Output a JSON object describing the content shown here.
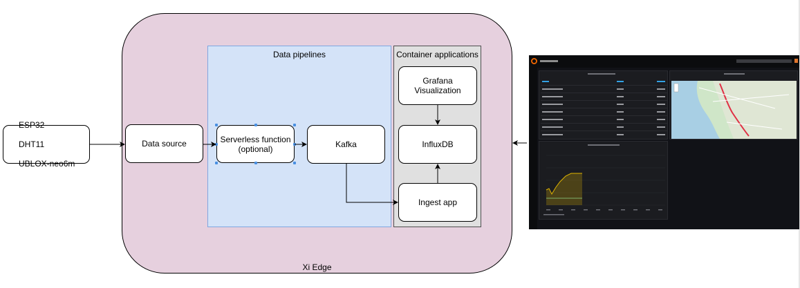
{
  "diagram": {
    "devices": [
      "ESP32",
      "DHT11",
      "UBLOX-neo6m"
    ],
    "containers": {
      "edge": "Xi Edge",
      "data_pipelines": "Data pipelines",
      "container_applications": "Container applications"
    },
    "nodes": {
      "data_source": "Data source",
      "serverless": "Serverless function\n(optional)",
      "kafka": "Kafka",
      "grafana": "Grafana Visualization",
      "influxdb": "InfluxDB",
      "ingest": "Ingest app"
    },
    "edges": [
      {
        "from": "devices",
        "to": "data_source"
      },
      {
        "from": "data_source",
        "to": "serverless"
      },
      {
        "from": "serverless",
        "to": "kafka"
      },
      {
        "from": "kafka",
        "to": "ingest"
      },
      {
        "from": "ingest",
        "to": "influxdb"
      },
      {
        "from": "grafana",
        "to": "influxdb"
      },
      {
        "from": "dashboard",
        "to": "edge"
      }
    ]
  },
  "dashboard": {
    "colors": {
      "background": "#111217",
      "panel": "#1b1c20",
      "accent": "#33a2e5",
      "series1": "#e0b400",
      "series2": "#7eb26d",
      "route": "#e02f44",
      "logo": "#f46800"
    },
    "icons": [
      "grafana-logo-icon",
      "map-zoom-icon"
    ],
    "table_rows": 7
  }
}
